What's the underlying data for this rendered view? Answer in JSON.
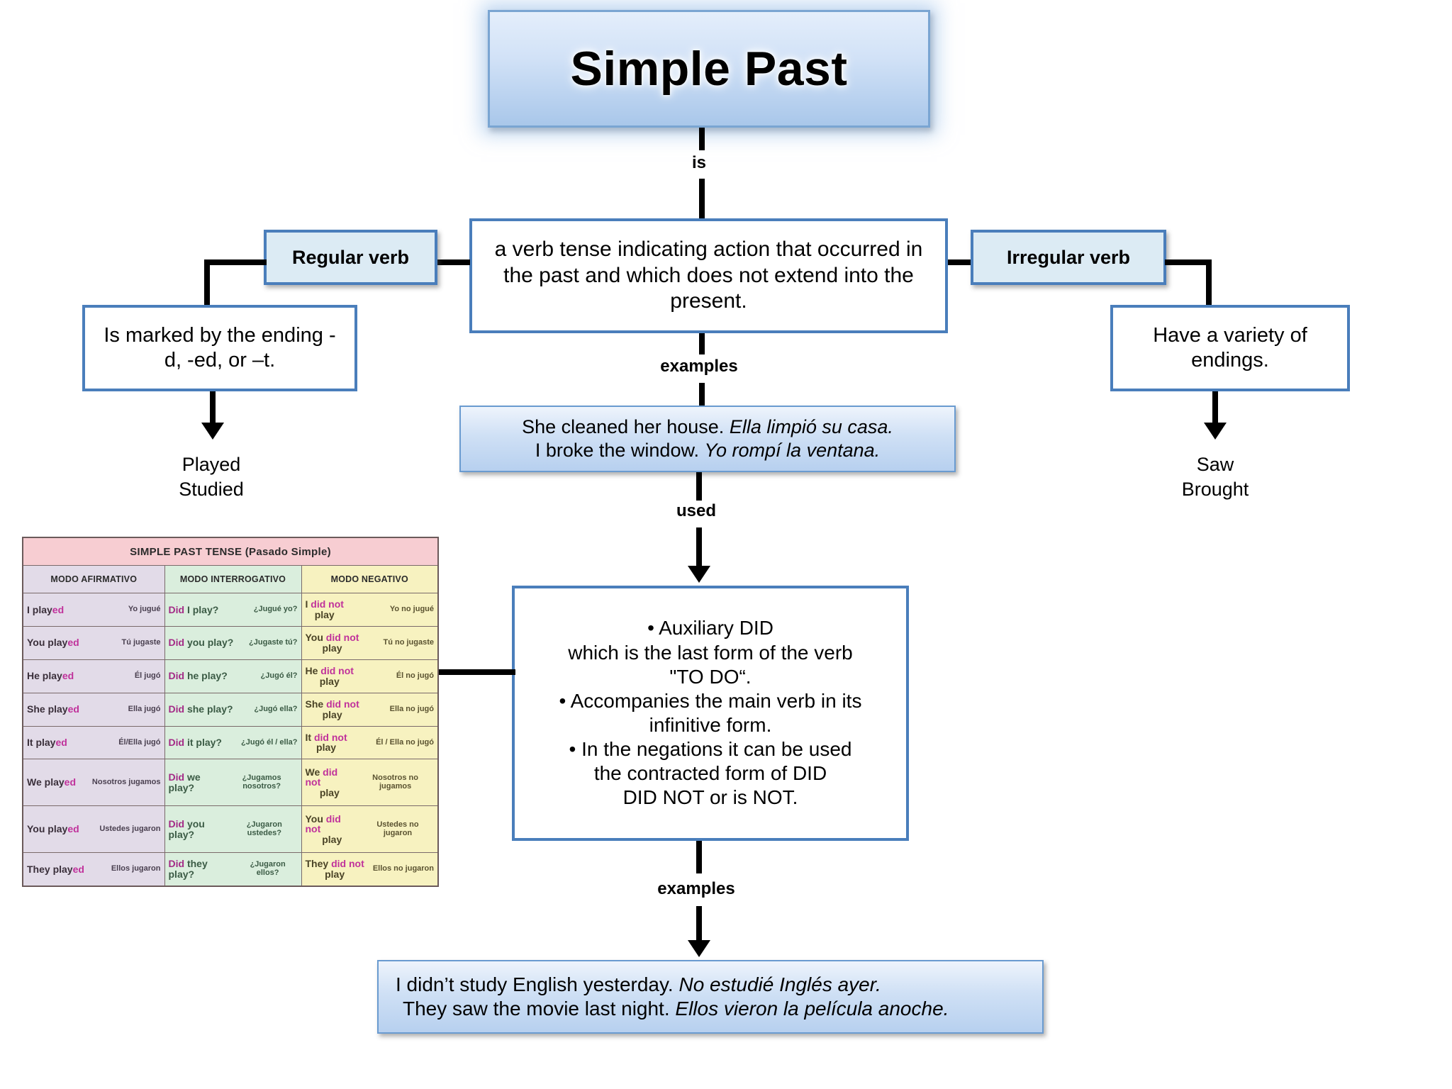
{
  "title": {
    "text": "Simple Past"
  },
  "connectors": {
    "is": "is",
    "examples_1": "examples",
    "used": "used",
    "examples_2": "examples"
  },
  "definition": {
    "text": "a verb tense indicating action that occurred in the past and which does not extend into the present."
  },
  "branches": {
    "regular": {
      "label": "Regular verb",
      "detail": "Is marked by the ending -d, -ed, or –t.",
      "examples": "Played\nStudied"
    },
    "irregular": {
      "label": "Irregular verb",
      "detail": "Have a variety of endings.",
      "examples": "Saw\nBrought"
    }
  },
  "examples_box_1": {
    "line1_en": "She cleaned her house.",
    "line1_es": "Ella limpió su casa.",
    "line2_en": "I broke the window.",
    "line2_es": "Yo rompí la ventana."
  },
  "aux_box": {
    "b1_line1": "• Auxiliary DID",
    "b1_line2": "which is the last form of the verb",
    "b1_line3": "\"TO DO“.",
    "b2_line1": "• Accompanies the main verb in its",
    "b2_line2": "infinitive form.",
    "b3_line1": "• In the negations it can be used",
    "b3_line2": "the contracted form of DID",
    "b3_line3": "DID NOT or is NOT."
  },
  "examples_box_2": {
    "line1_en": "I didn’t study English yesterday.",
    "line1_es": "No estudié Inglés ayer.",
    "line2_en": "They saw the movie last night.",
    "line2_es": "Ellos vieron la película anoche."
  },
  "conjugation_table": {
    "title": "SIMPLE PAST TENSE (Pasado Simple)",
    "columns": [
      "MODO AFIRMATIVO",
      "MODO INTERROGATIVO",
      "MODO NEGATIVO"
    ],
    "rows": [
      {
        "aff_en_pre": "I play",
        "aff_en_hl": "ed",
        "aff_es": "Yo jugué",
        "int_hl": "Did",
        "int_en": "I play?",
        "int_es": "¿Jugué yo?",
        "neg_pre": "I",
        "neg_hl": "did not",
        "neg_post": "play",
        "neg_es": "Yo no jugué"
      },
      {
        "aff_en_pre": "You play",
        "aff_en_hl": "ed",
        "aff_es": "Tú jugaste",
        "int_hl": "Did",
        "int_en": "you play?",
        "int_es": "¿Jugaste tú?",
        "neg_pre": "You",
        "neg_hl": "did not",
        "neg_post": "play",
        "neg_es": "Tú no jugaste"
      },
      {
        "aff_en_pre": "He play",
        "aff_en_hl": "ed",
        "aff_es": "Él jugó",
        "int_hl": "Did",
        "int_en": "he play?",
        "int_es": "¿Jugó él?",
        "neg_pre": "He",
        "neg_hl": "did not",
        "neg_post": "play",
        "neg_es": "Él no jugó"
      },
      {
        "aff_en_pre": "She play",
        "aff_en_hl": "ed",
        "aff_es": "Ella jugó",
        "int_hl": "Did",
        "int_en": "she play?",
        "int_es": "¿Jugó ella?",
        "neg_pre": "She",
        "neg_hl": "did not",
        "neg_post": "play",
        "neg_es": "Ella no jugó"
      },
      {
        "aff_en_pre": "It play",
        "aff_en_hl": "ed",
        "aff_es": "Él/Ella jugó",
        "int_hl": "Did",
        "int_en": "it play?",
        "int_es": "¿Jugó él / ella?",
        "neg_pre": "It",
        "neg_hl": "did not",
        "neg_post": "play",
        "neg_es": "Él / Ella no jugó"
      },
      {
        "aff_en_pre": "We play",
        "aff_en_hl": "ed",
        "aff_es": "Nosotros jugamos",
        "int_hl": "Did",
        "int_en": "we play?",
        "int_es": "¿Jugamos nosotros?",
        "neg_pre": "We",
        "neg_hl": "did not",
        "neg_post": "play",
        "neg_es": "Nosotros no jugamos"
      },
      {
        "aff_en_pre": "You play",
        "aff_en_hl": "ed",
        "aff_es": "Ustedes jugaron",
        "int_hl": "Did",
        "int_en": "you play?",
        "int_es": "¿Jugaron ustedes?",
        "neg_pre": "You",
        "neg_hl": "did not",
        "neg_post": "play",
        "neg_es": "Ustedes no jugaron"
      },
      {
        "aff_en_pre": "They play",
        "aff_en_hl": "ed",
        "aff_es": "Ellos jugaron",
        "int_hl": "Did",
        "int_en": "they play?",
        "int_es": "¿Jugaron ellos?",
        "neg_pre": "They",
        "neg_hl": "did not",
        "neg_post": "play",
        "neg_es": "Ellos no jugaron"
      }
    ]
  },
  "colors": {
    "box_border": "#4a7ebb",
    "box_fill_light": "#dcebf4",
    "table_header": "#f7cdd2",
    "col_affirmative": "#e2dbe8",
    "col_interrogative": "#daeedd",
    "col_negative": "#f7f2c0",
    "highlight": "#c0319b"
  }
}
